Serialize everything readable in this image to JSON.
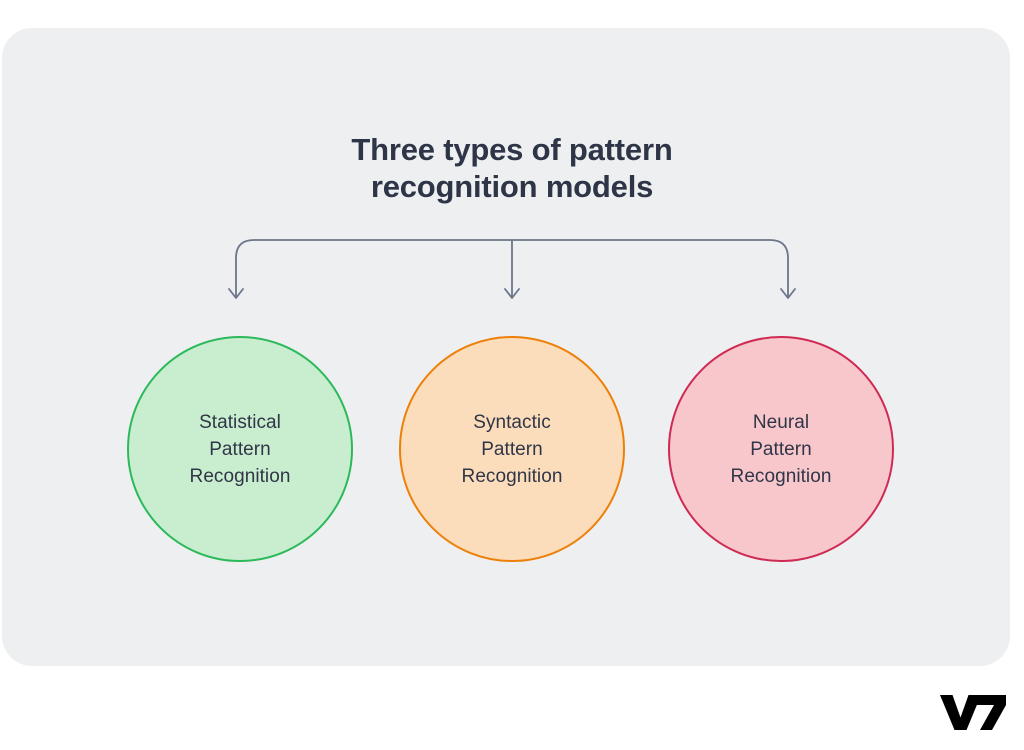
{
  "canvas": {
    "background_color": "#ffffff",
    "card_color": "#eeeff1"
  },
  "title": {
    "text": "Three types of pattern\nrecognition models",
    "color": "#2e3546"
  },
  "connector": {
    "color": "#6c7689",
    "arrow_count": 3
  },
  "diagram_data": {
    "type": "diagram",
    "layout": "one-to-many-fan-out",
    "root": "Three types of pattern recognition models",
    "nodes": [
      {
        "label": "Statistical\nPattern\nRecognition",
        "shape": "circle",
        "fill": "#c9edcf",
        "stroke": "#2bb95a",
        "text_color": "#303647"
      },
      {
        "label": "Syntactic\nPattern\nRecognition",
        "shape": "circle",
        "fill": "#fbddbb",
        "stroke": "#ed8009",
        "text_color": "#303647"
      },
      {
        "label": "Neural\nPattern\nRecognition",
        "shape": "circle",
        "fill": "#f7c7cc",
        "stroke": "#cf2a53",
        "text_color": "#303647"
      }
    ]
  },
  "logo": {
    "text": "V7",
    "color": "#000000"
  }
}
